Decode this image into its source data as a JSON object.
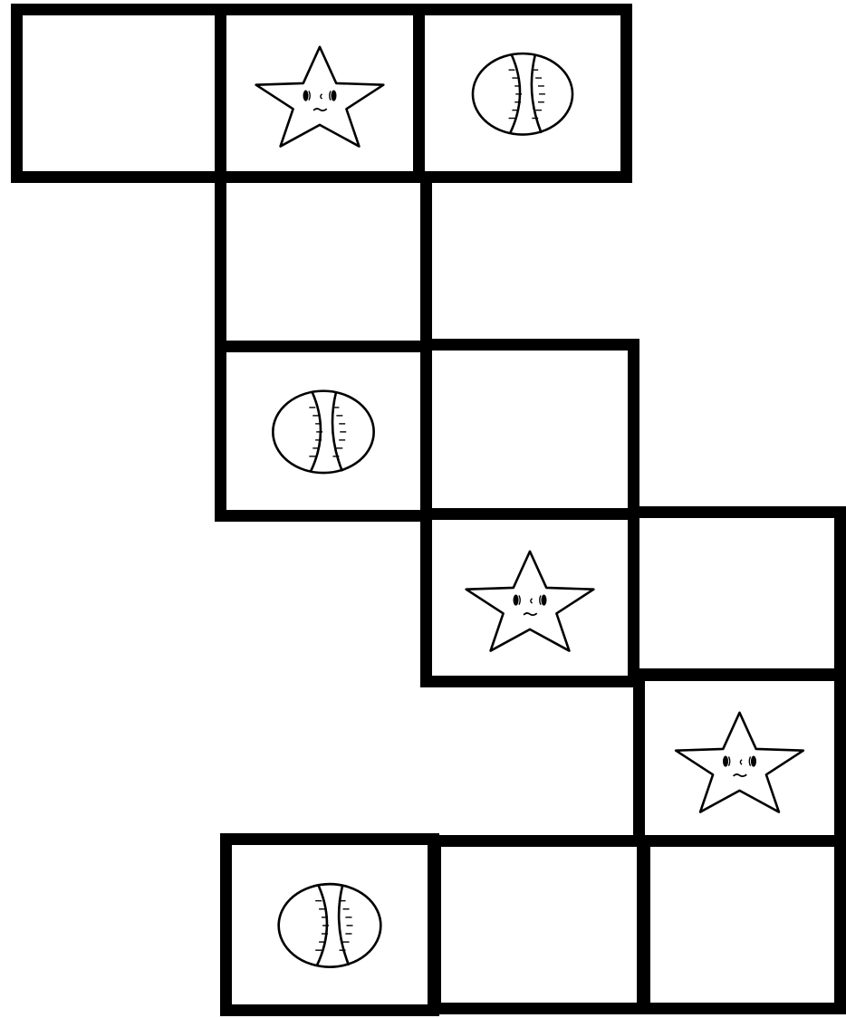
{
  "board": {
    "cells": [
      {
        "row": 1,
        "col": 1,
        "icon": ""
      },
      {
        "row": 1,
        "col": 2,
        "icon": "star-icon"
      },
      {
        "row": 1,
        "col": 3,
        "icon": "baseball-icon"
      },
      {
        "row": 2,
        "col": 2,
        "icon": ""
      },
      {
        "row": 3,
        "col": 2,
        "icon": "baseball-icon"
      },
      {
        "row": 3,
        "col": 3,
        "icon": ""
      },
      {
        "row": 4,
        "col": 3,
        "icon": "star-icon"
      },
      {
        "row": 4,
        "col": 4,
        "icon": ""
      },
      {
        "row": 5,
        "col": 4,
        "icon": "star-icon"
      },
      {
        "row": 6,
        "col": 2,
        "icon": "baseball-icon"
      },
      {
        "row": 6,
        "col": 3,
        "icon": ""
      },
      {
        "row": 6,
        "col": 4,
        "icon": ""
      }
    ],
    "colors": {
      "line": "#000000",
      "fill": "#ffffff"
    }
  }
}
